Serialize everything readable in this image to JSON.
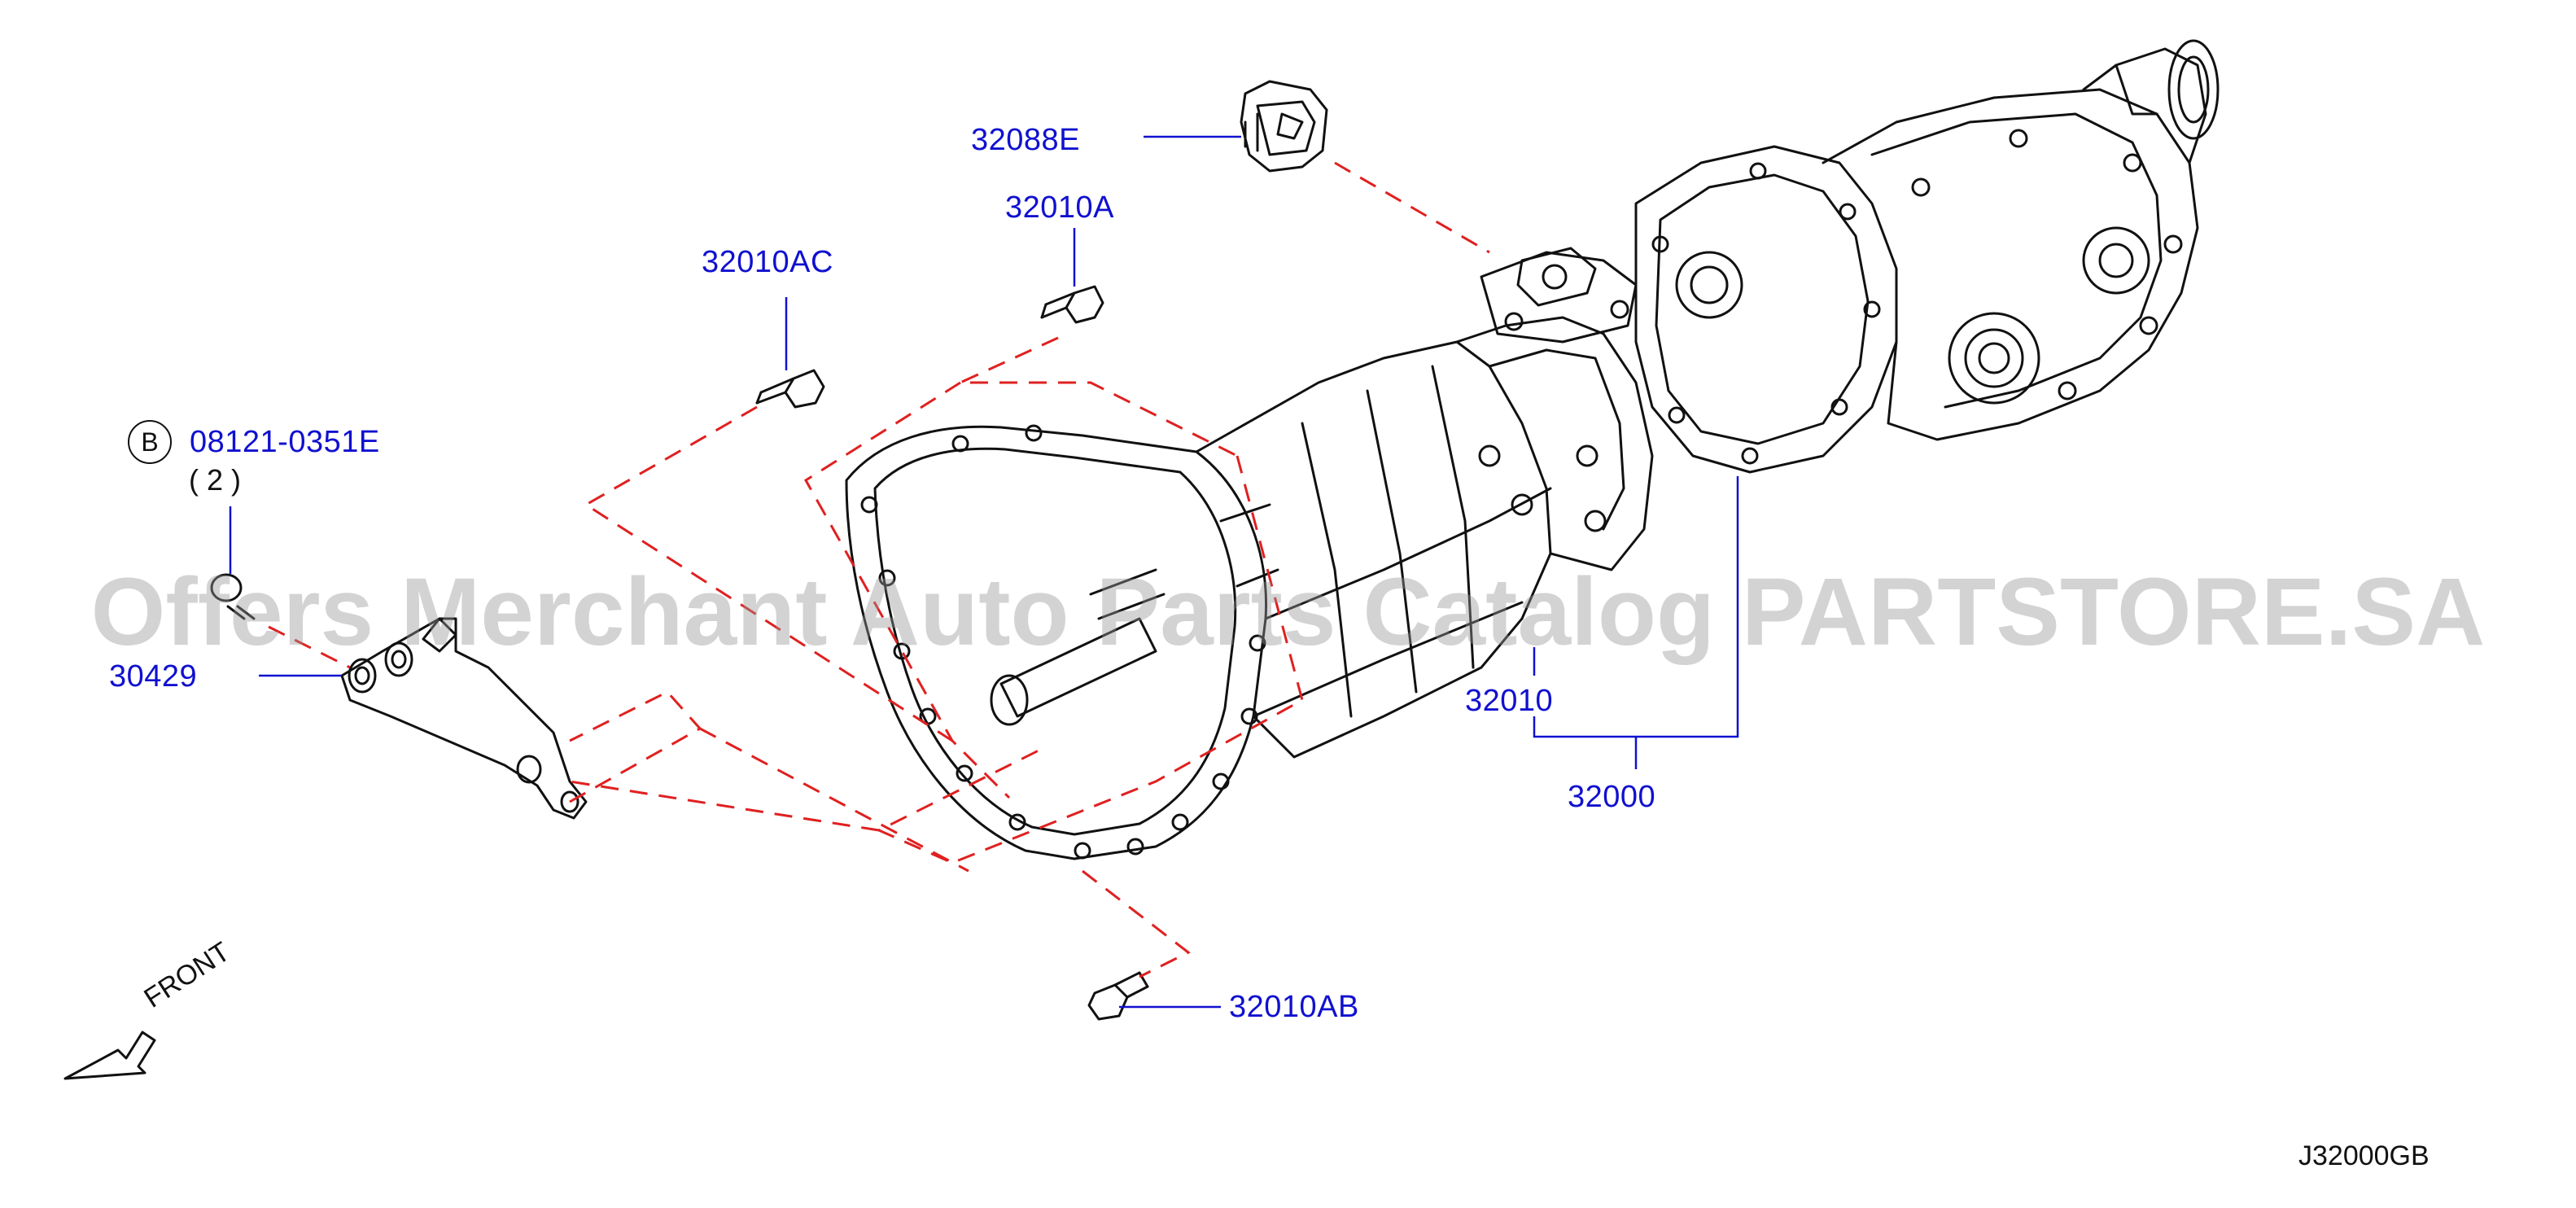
{
  "diagram": {
    "parts": {
      "p32088E": "32088E",
      "p32010A": "32010A",
      "p32010AC": "32010AC",
      "p08121": "08121-0351E",
      "p30429": "30429",
      "p32010": "32010",
      "p32000": "32000",
      "p32010AB": "32010AB"
    },
    "bolt_badge": "B",
    "quantity": "( 2 )",
    "front_label": "FRONT",
    "diagram_code": "J32000GB",
    "watermark": "Offers Merchant Auto Parts Catalog PARTSTORE.SA",
    "colors": {
      "part_label": "#1010d0",
      "leader_line": "#1010d0",
      "dashed_line": "#e02020",
      "drawing": "#111111",
      "watermark": "#999999"
    }
  }
}
